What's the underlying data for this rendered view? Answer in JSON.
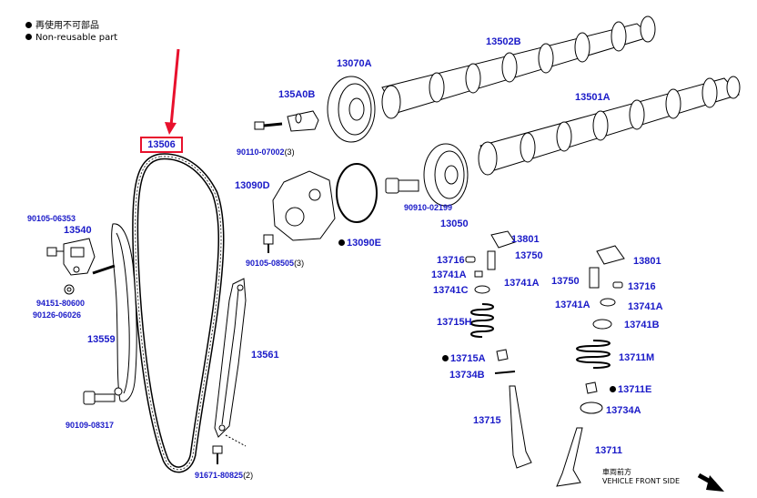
{
  "legend": {
    "line_jp": "再使用不可部品",
    "line_en": "Non-reusable part"
  },
  "highlight": {
    "label": "13506",
    "color": "#e8112d"
  },
  "colors": {
    "label_blue": "#1a1ac8",
    "line_black": "#000000"
  },
  "parts": {
    "p13502B": "13502B",
    "p13070A": "13070A",
    "p135A0B": "135A0B",
    "p90110": "90110-07002",
    "p90110_qty": "(3)",
    "p13501A": "13501A",
    "p13090D": "13090D",
    "p90910": "90910-02199",
    "p13050": "13050",
    "p13090E": "13090E",
    "p90105_06353": "90105-06353",
    "p13540": "13540",
    "p90105_08505": "90105-08505",
    "p90105_08505_qty": "(3)",
    "p13801a": "13801",
    "p13716a": "13716",
    "p13750a": "13750",
    "p13741Aa": "13741A",
    "p13741Ab": "13741A",
    "p13741C": "13741C",
    "p94151": "94151-80600",
    "p90126": "90126-06026",
    "p13801b": "13801",
    "p13750b": "13750",
    "p13716b": "13716",
    "p13741Ac": "13741A",
    "p13741Ad": "13741A",
    "p13741B": "13741B",
    "p13715H": "13715H",
    "p13559": "13559",
    "p13561": "13561",
    "p13711M": "13711M",
    "p13715A": "13715A",
    "p13734Ba": "13734B",
    "p13711E": "13711E",
    "p90109": "90109-08317",
    "p13734A": "13734A",
    "p13715": "13715",
    "p13711": "13711",
    "p91671": "91671-80825",
    "p91671_qty": "(2)"
  },
  "footer": {
    "front_jp": "車両前方",
    "front_en": "VEHICLE FRONT SIDE"
  }
}
